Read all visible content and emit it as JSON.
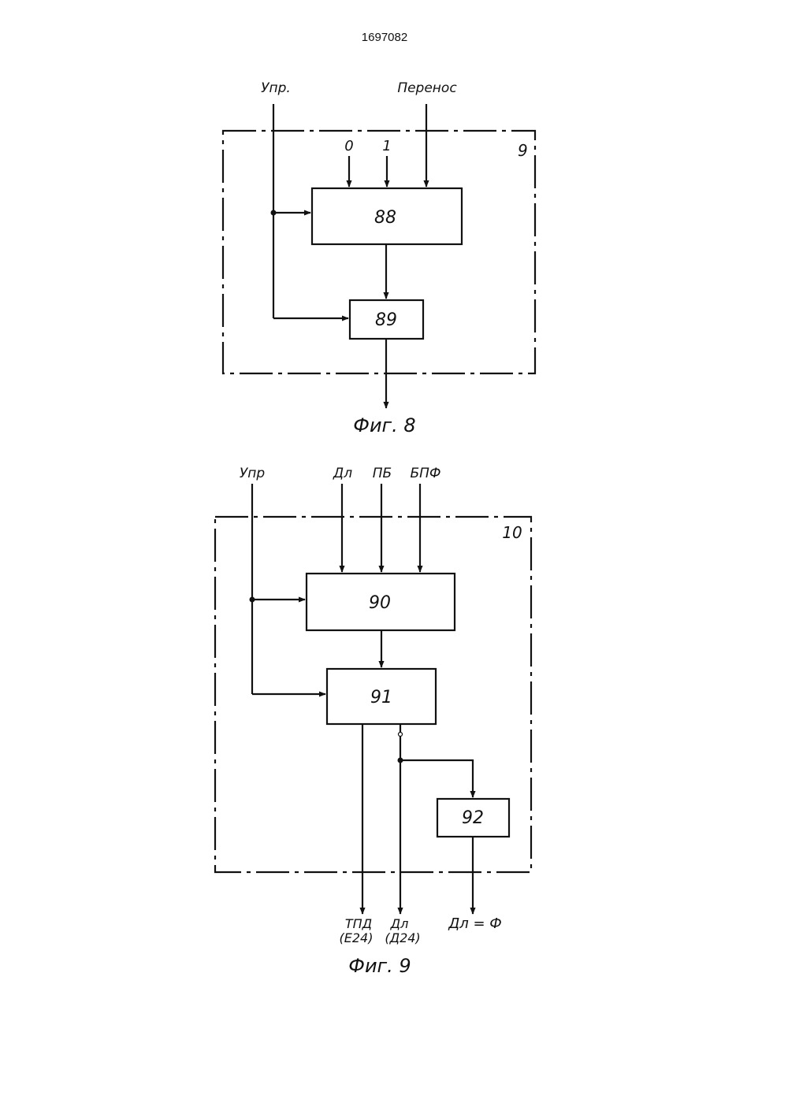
{
  "header": {
    "patent_number": "1697082"
  },
  "fig8": {
    "caption": "Фиг. 8",
    "unit_number": "9",
    "inputs": {
      "control": "Упр.",
      "zero": "0",
      "one": "1",
      "carry": "Перенос"
    },
    "blocks": {
      "b88": "88",
      "b89": "89"
    }
  },
  "fig9": {
    "caption": "Фиг. 9",
    "unit_number": "10",
    "inputs": {
      "control": "Упр",
      "dl": "Дл",
      "pb": "ПБ",
      "bpf": "БПФ"
    },
    "blocks": {
      "b90": "90",
      "b91": "91",
      "b92": "92"
    },
    "outputs": {
      "tpd": "ТПД",
      "tpd_sub": "(Е24)",
      "dl": "Дл",
      "dl_sub": "(Д24)",
      "dl_phi": "Дл = Ф"
    }
  }
}
